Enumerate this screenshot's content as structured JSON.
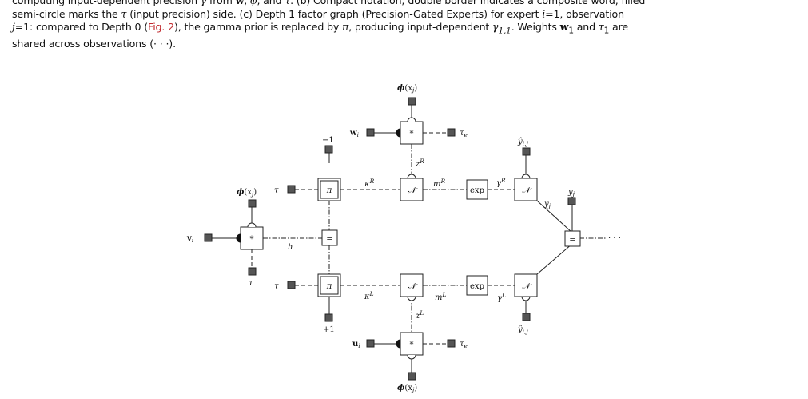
{
  "caption": {
    "line1_a": "computing input-dependent precision ",
    "line1_b": "γ",
    "line1_c": " from ",
    "line1_d": "w",
    "line1_e": ", ",
    "line1_f": "ϕ",
    "line1_g": ", and ",
    "line1_h": "τ",
    "line1_i": ".  (b) Compact notation; double border indicates a composite word, filled",
    "line2_a": "semi-circle marks the ",
    "line2_b": "τ",
    "line2_c": " (input precision) side.  (c) Depth 1 factor graph (Precision-Gated Experts) for expert ",
    "line2_d": "i",
    "line2_e": "=1, observation",
    "line3_a": "j",
    "line3_b": "=1:  compared to Depth 0 (",
    "line3_ref": "Fig. 2",
    "line3_c": "), the gamma prior is replaced by ",
    "line3_d": "π",
    "line3_e": ", producing input-dependent ",
    "line3_f": "γ",
    "line3_f_sub": "1,1",
    "line3_g": ".  Weights ",
    "line3_h": "w",
    "line3_h_sub": "1",
    "line3_i": " and ",
    "line3_j": "τ",
    "line3_j_sub": "1",
    "line3_k": " are",
    "line4": "shared across observations (· · ·)."
  },
  "figure": {
    "nodes": {
      "mul_top": "*",
      "mul_left": "*",
      "mul_bottom": "*",
      "pi_top": "π",
      "pi_bottom": "π",
      "eq_mid": "=",
      "eq_right": "=",
      "n_top": "𝒩",
      "n_bottom": "𝒩",
      "n_right_top": "𝒩",
      "n_right_bottom": "𝒩",
      "exp_top": "exp",
      "exp_bottom": "exp"
    },
    "labels": {
      "phi_top_main": "ϕ",
      "phi_top_arg": "(x",
      "phi_top_sub": "j",
      "phi_top_close": ")",
      "w_main": "w",
      "w_sub": "i",
      "tau_e_top_main": "τ",
      "tau_e_top_sub": "e",
      "z_r_main": "z",
      "z_r_sup": "R",
      "minus1": "−1",
      "kappa_r_main": "κ",
      "kappa_r_sup": "R",
      "m_r_main": "m",
      "m_r_sup": "R",
      "gamma_r_main": "γ",
      "gamma_r_sup": "R",
      "yhat_top_main": "ŷ",
      "yhat_top_sub": "i,j",
      "y_top_main": "y",
      "y_top_sub": "j",
      "y_diag_main": "y",
      "y_diag_sub": "j",
      "tau_left_top": "τ",
      "phi_left_main": "ϕ",
      "phi_left_arg": "(x",
      "phi_left_sub": "j",
      "phi_left_close": ")",
      "v_main": "v",
      "v_sub": "i",
      "h": "h",
      "tau_below_left": "τ",
      "tau_left_bottom": "τ",
      "kappa_l_main": "κ",
      "kappa_l_sup": "L",
      "m_l_main": "m",
      "m_l_sup": "L",
      "gamma_l_main": "γ",
      "gamma_l_sup": "L",
      "plus1": "+1",
      "z_l_main": "z",
      "z_l_sup": "L",
      "u_main": "u",
      "u_sub": "i",
      "tau_e_bottom_main": "τ",
      "tau_e_bottom_sub": "e",
      "yhat_bottom_main": "ŷ",
      "yhat_bottom_sub": "i,j",
      "phi_bottom_main": "ϕ",
      "phi_bottom_arg": "(x",
      "phi_bottom_sub": "j",
      "phi_bottom_close": ")",
      "ellipsis": "· · ·"
    }
  }
}
